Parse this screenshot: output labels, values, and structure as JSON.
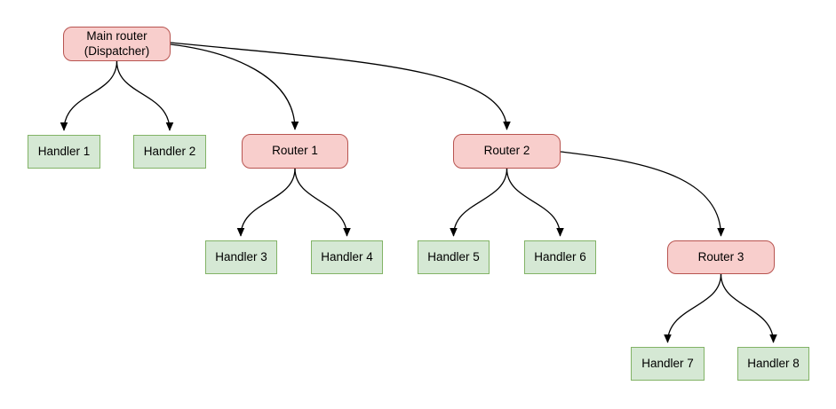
{
  "diagram": {
    "type": "tree-flowchart",
    "background": "#ffffff",
    "colors": {
      "router_fill": "#f8cecc",
      "router_stroke": "#b85450",
      "handler_fill": "#d5e8d4",
      "handler_stroke": "#82b366",
      "edge": "#000000",
      "text": "#000000"
    },
    "nodes": {
      "main": {
        "line1": "Main router",
        "line2": "(Dispatcher)",
        "type": "router"
      },
      "handler1": {
        "label": "Handler 1",
        "type": "handler"
      },
      "handler2": {
        "label": "Handler 2",
        "type": "handler"
      },
      "router1": {
        "label": "Router 1",
        "type": "router"
      },
      "router2": {
        "label": "Router 2",
        "type": "router"
      },
      "handler3": {
        "label": "Handler 3",
        "type": "handler"
      },
      "handler4": {
        "label": "Handler 4",
        "type": "handler"
      },
      "handler5": {
        "label": "Handler 5",
        "type": "handler"
      },
      "handler6": {
        "label": "Handler 6",
        "type": "handler"
      },
      "router3": {
        "label": "Router 3",
        "type": "router"
      },
      "handler7": {
        "label": "Handler 7",
        "type": "handler"
      },
      "handler8": {
        "label": "Handler 8",
        "type": "handler"
      }
    },
    "edges": [
      {
        "from": "main",
        "to": "handler1"
      },
      {
        "from": "main",
        "to": "handler2"
      },
      {
        "from": "main",
        "to": "router1"
      },
      {
        "from": "main",
        "to": "router2"
      },
      {
        "from": "router1",
        "to": "handler3"
      },
      {
        "from": "router1",
        "to": "handler4"
      },
      {
        "from": "router2",
        "to": "handler5"
      },
      {
        "from": "router2",
        "to": "handler6"
      },
      {
        "from": "router2",
        "to": "router3"
      },
      {
        "from": "router3",
        "to": "handler7"
      },
      {
        "from": "router3",
        "to": "handler8"
      }
    ]
  }
}
